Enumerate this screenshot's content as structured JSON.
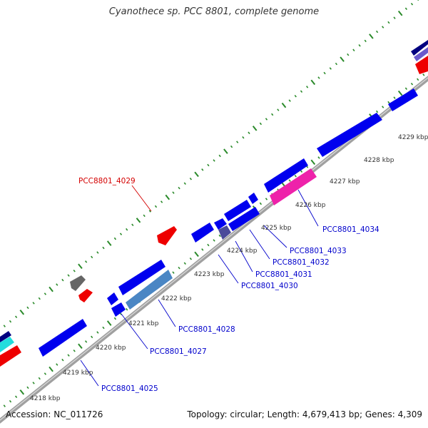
{
  "title": "Cyanothece sp. PCC 8801, complete genome",
  "footer": {
    "accession": "Accession: NC_011726",
    "summary": "Topology: circular; Length: 4,679,413 bp; Genes: 4,309"
  },
  "scale_labels": [
    "4218 kbp",
    "4219 kbp",
    "4220 kbp",
    "4221 kbp",
    "4222 kbp",
    "4223 kbp",
    "4224 kbp",
    "4225 kbp",
    "4226 kbp",
    "4227 kbp",
    "4228 kbp",
    "4229 kbp"
  ],
  "gene_labels": [
    {
      "text": "PCC8801_4029",
      "color": "#d40000"
    },
    {
      "text": "PCC8801_4034",
      "color": "#0000cc"
    },
    {
      "text": "PCC8801_4033",
      "color": "#0000cc"
    },
    {
      "text": "PCC8801_4032",
      "color": "#0000cc"
    },
    {
      "text": "PCC8801_4031",
      "color": "#0000cc"
    },
    {
      "text": "PCC8801_4030",
      "color": "#0000cc"
    },
    {
      "text": "PCC8801_4028",
      "color": "#0000cc"
    },
    {
      "text": "PCC8801_4027",
      "color": "#0000cc"
    },
    {
      "text": "PCC8801_4025",
      "color": "#0000cc"
    }
  ],
  "colors": {
    "backbone": "#9a9a9a",
    "tick_dots": "#2a8a2a",
    "gene_blue": "#0000ee",
    "gene_red": "#ee0000",
    "gene_magenta": "#ee22aa",
    "gene_steel": "#4a86c4",
    "gene_slate": "#4a4a9a",
    "gene_gray": "#666666",
    "gene_cyan": "#22dddd",
    "label_red": "#d40000",
    "label_blue": "#0000cc"
  }
}
